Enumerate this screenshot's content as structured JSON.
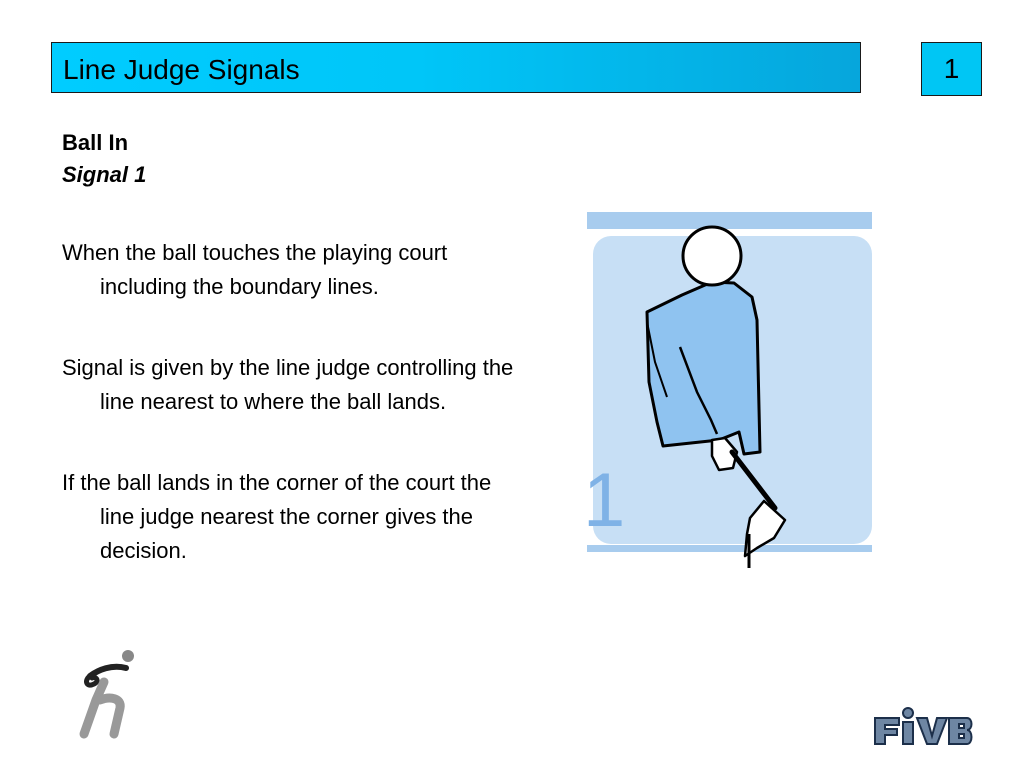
{
  "slide": {
    "title": "Line Judge Signals",
    "number": "1"
  },
  "content": {
    "heading": "Ball In",
    "subheading": "Signal 1",
    "paragraphs": [
      "When the ball touches the playing court including the boundary lines.",
      "Signal is given by the line judge controlling the line nearest to where the ball lands.",
      "If the ball lands in the corner of the court the line judge nearest the corner gives the decision."
    ]
  },
  "figure": {
    "signal_number": "1"
  },
  "colors": {
    "title_bar": "#00c6f8",
    "figure_background": "#c7dff5",
    "shirt": "#8fc3f0"
  },
  "icons": [
    "volleyball-player-logo",
    "fivb-logo"
  ]
}
